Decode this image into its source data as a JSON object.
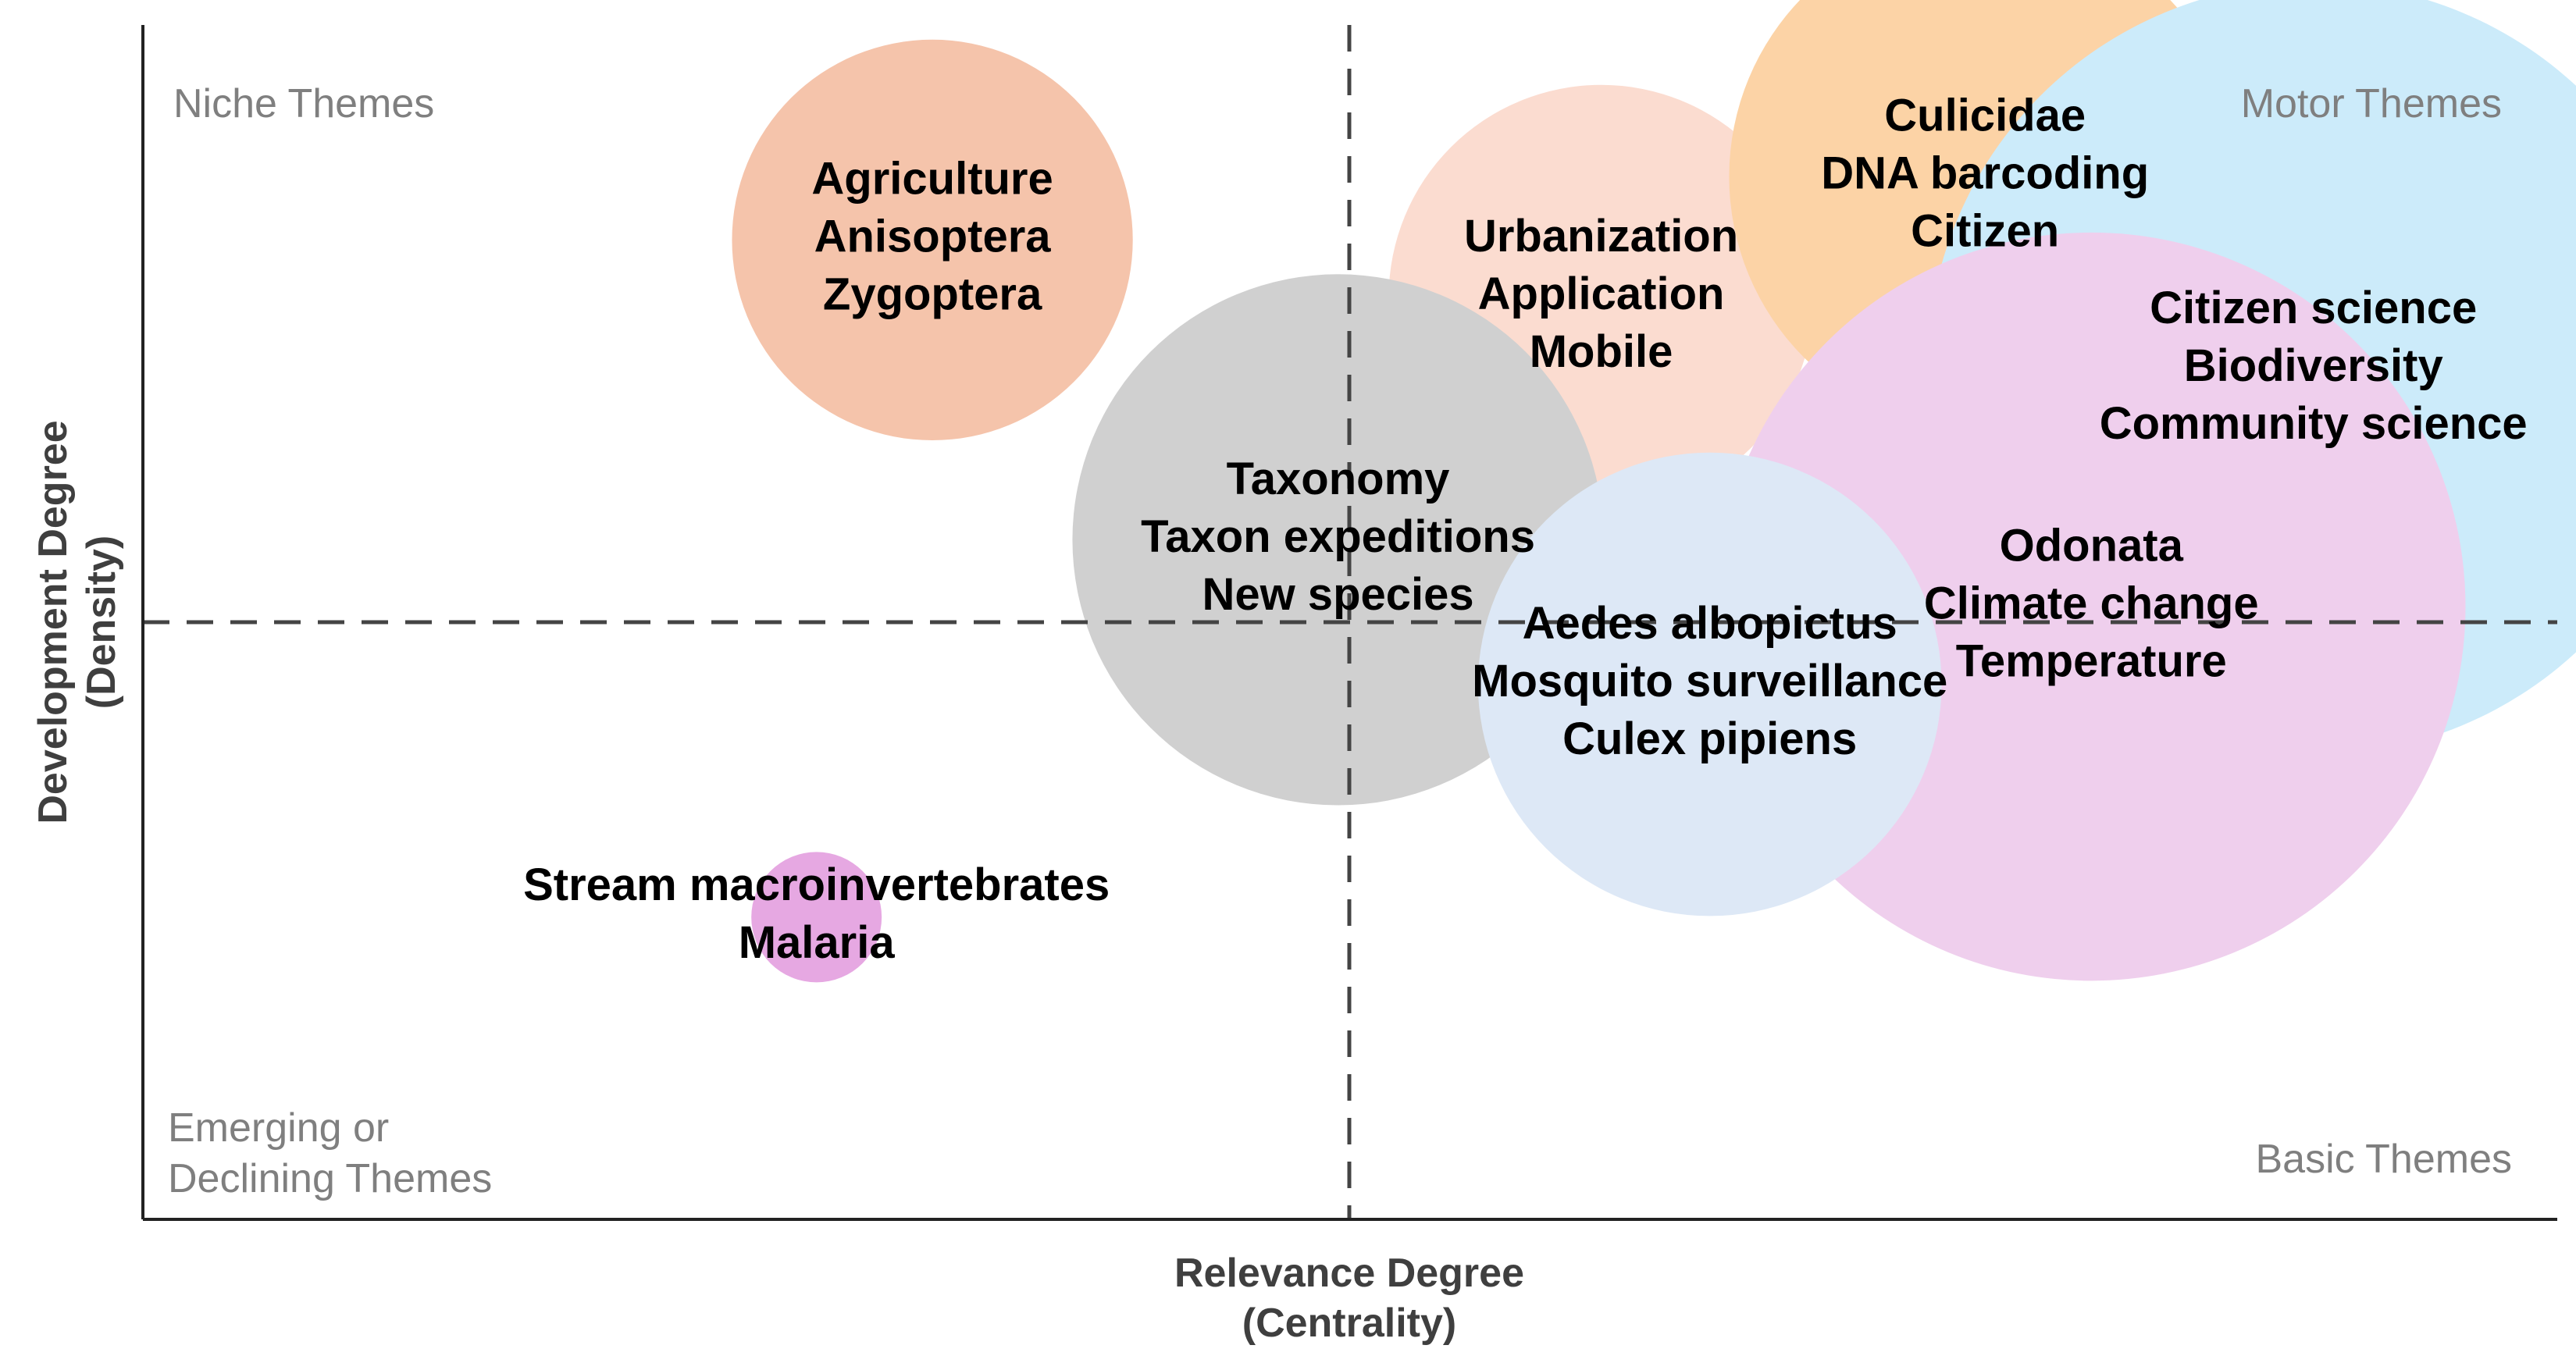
{
  "chart_data": {
    "type": "bubble",
    "xlabel": [
      "Relevance Degree",
      "(Centrality)"
    ],
    "ylabel": [
      "Development Degree",
      "(Density)"
    ],
    "xlim": [
      0,
      100
    ],
    "ylim": [
      0,
      100
    ],
    "quadrant_divider": {
      "x": 50,
      "y": 50,
      "style": "dashed"
    },
    "quadrants": {
      "top_left": [
        "Niche Themes"
      ],
      "top_right": [
        "Motor Themes"
      ],
      "bottom_left": [
        "Emerging or",
        "Declining Themes"
      ],
      "bottom_right": [
        "Basic Themes"
      ]
    },
    "grid": false,
    "legend": "none",
    "clusters": [
      {
        "labels": [
          "Agriculture",
          "Anisoptera",
          "Zygoptera"
        ],
        "x": 32.7,
        "y": 82.0,
        "size": 8.3,
        "color": "#f5c4ab"
      },
      {
        "labels": [
          "Urbanization",
          "Application",
          "Mobile"
        ],
        "x": 60.4,
        "y": 77.2,
        "size": 8.8,
        "color": "#fbdcd0"
      },
      {
        "labels": [
          "Culicidae",
          "DNA barcoding",
          "Citizen"
        ],
        "x": 76.3,
        "y": 87.3,
        "size": 10.6,
        "color": "#fcd3a6"
      },
      {
        "labels": [
          "Citizen science",
          "Biodiversity",
          "Community science"
        ],
        "x": 89.9,
        "y": 71.2,
        "size": 16.0,
        "color": "#ccebfa"
      },
      {
        "labels": [
          "Taxonomy",
          "Taxon expeditions",
          "New species"
        ],
        "x": 49.5,
        "y": 56.9,
        "size": 11.0,
        "color": "#d0d0d0"
      },
      {
        "labels": [
          "Odonata",
          "Climate change",
          "Temperature"
        ],
        "x": 80.7,
        "y": 51.3,
        "size": 15.5,
        "color": "#efcfed"
      },
      {
        "labels": [
          "Aedes albopictus",
          "Mosquito surveillance",
          "Culex pipiens"
        ],
        "x": 64.9,
        "y": 44.8,
        "size": 9.6,
        "color": "#dde8f6"
      },
      {
        "labels": [
          "Stream macroinvertebrates",
          "Malaria"
        ],
        "x": 27.9,
        "y": 25.3,
        "size": 2.7,
        "color": "#e6a8e2"
      }
    ]
  }
}
